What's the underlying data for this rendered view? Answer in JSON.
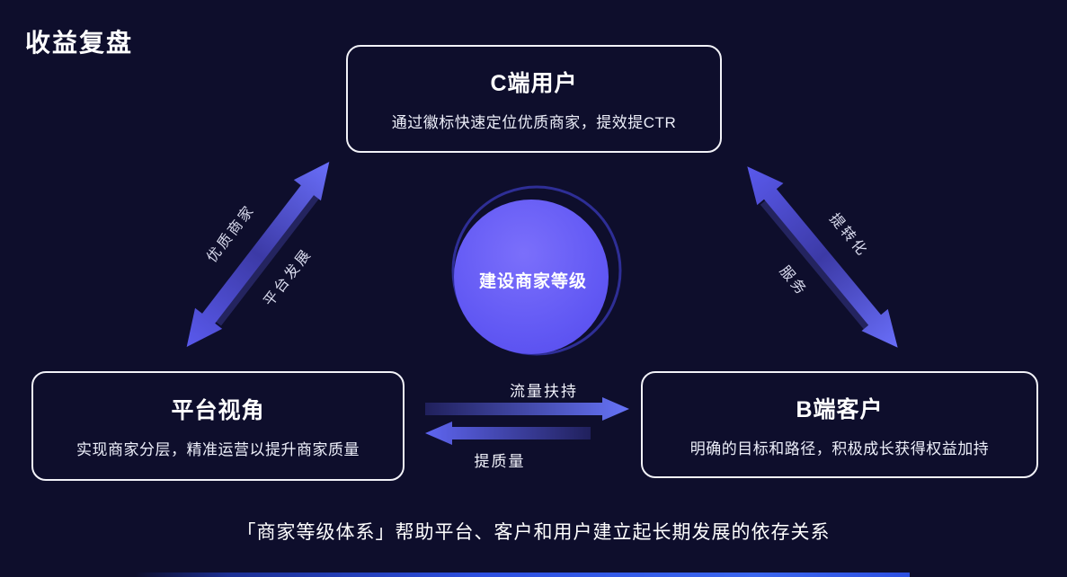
{
  "title": "收益复盘",
  "nodes": {
    "top": {
      "title": "C端用户",
      "subtitle": "通过徽标快速定位优质商家，提效提CTR"
    },
    "left": {
      "title": "平台视角",
      "subtitle": "实现商家分层，精准运营以提升商家质量"
    },
    "right": {
      "title": "B端客户",
      "subtitle": "明确的目标和路径，积极成长获得权益加持"
    }
  },
  "center": {
    "label": "建设商家等级"
  },
  "edges": {
    "left_diagonal": {
      "upper": "优质商家",
      "lower": "平台发展"
    },
    "right_diagonal": {
      "upper": "提转化",
      "lower": "服务"
    },
    "horizontal": {
      "top": "流量扶持",
      "bottom": "提质量"
    }
  },
  "footer": "「商家等级体系」帮助平台、客户和用户建立起长期发展的依存关系",
  "colors": {
    "background": "#0e0e2c",
    "circle": "#5f57f1",
    "ring": "#2e2e96",
    "arrow_bright": "#6a6ffb",
    "arrow_dark": "#3c3aa6",
    "bottom_bar": "#2d4fe0"
  }
}
